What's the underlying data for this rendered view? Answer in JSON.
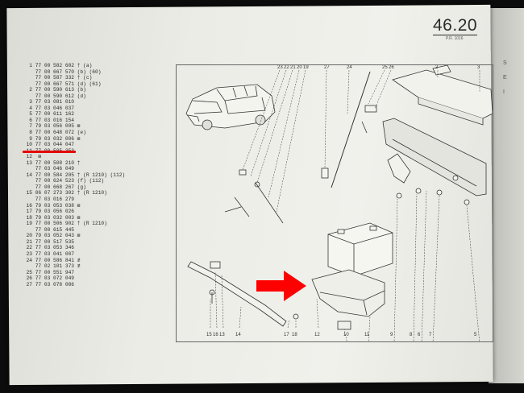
{
  "header": {
    "section_number": "46.20",
    "sub_label": "P.R. 1016"
  },
  "side_marks": [
    "S",
    "E",
    "I"
  ],
  "parts_list": [
    {
      "n": "1",
      "ref": "77 00 582 602",
      "note": "† (a)"
    },
    {
      "n": "",
      "ref": "77 00 667 570",
      "note": "(b) (60)"
    },
    {
      "n": "",
      "ref": "77 00 587 332",
      "note": "† (c)"
    },
    {
      "n": "",
      "ref": "77 00 667 571",
      "note": "(d) (61)"
    },
    {
      "n": "2",
      "ref": "77 00 590 613",
      "note": "(b)"
    },
    {
      "n": "",
      "ref": "77 00 590 612",
      "note": "(d)"
    },
    {
      "n": "3",
      "ref": "77 03 081 010",
      "note": ""
    },
    {
      "n": "4",
      "ref": "77 03 046 037",
      "note": ""
    },
    {
      "n": "5",
      "ref": "77 00 611 162",
      "note": ""
    },
    {
      "n": "6",
      "ref": "77 03 016 154",
      "note": ""
    },
    {
      "n": "7",
      "ref": "79 03 056 005",
      "note": "⊠"
    },
    {
      "n": "8",
      "ref": "77 00 648 072",
      "note": "(e)"
    },
    {
      "n": "9",
      "ref": "79 03 032 006",
      "note": "⊠"
    },
    {
      "n": "10",
      "ref": "77 03 044 047",
      "note": ""
    },
    {
      "n": "11",
      "ref": "77 00 585 353",
      "note": ""
    },
    {
      "n": "12",
      "ref": "",
      "note": "⊠"
    },
    {
      "n": "13",
      "ref": "77 00 508 210",
      "note": "†"
    },
    {
      "n": "",
      "ref": "77 03 046 049",
      "note": ""
    },
    {
      "n": "14",
      "ref": "77 00 584 205",
      "note": "† (R 1210) (112)"
    },
    {
      "n": "",
      "ref": "77 00 624 523",
      "note": "(f) (112)"
    },
    {
      "n": "",
      "ref": "77 00 668 267",
      "note": "(g)"
    },
    {
      "n": "15",
      "ref": "06 07 273 302",
      "note": "† (R 1210)"
    },
    {
      "n": "",
      "ref": "77 03 016 279",
      "note": ""
    },
    {
      "n": "16",
      "ref": "79 03 053 038",
      "note": "⊠"
    },
    {
      "n": "17",
      "ref": "79 03 056 026",
      "note": ""
    },
    {
      "n": "18",
      "ref": "79 03 032 003",
      "note": "⊠"
    },
    {
      "n": "19",
      "ref": "77 00 506 902",
      "note": "† (R 1210)"
    },
    {
      "n": "",
      "ref": "77 00 615 445",
      "note": ""
    },
    {
      "n": "20",
      "ref": "79 03 052 043",
      "note": "⊠"
    },
    {
      "n": "21",
      "ref": "77 00 517 535",
      "note": ""
    },
    {
      "n": "22",
      "ref": "77 03 053 346",
      "note": ""
    },
    {
      "n": "23",
      "ref": "77 03 041 007",
      "note": ""
    },
    {
      "n": "24",
      "ref": "77 00 586 841",
      "note": "≢"
    },
    {
      "n": "",
      "ref": "77 02 101 373",
      "note": "≢"
    },
    {
      "n": "25",
      "ref": "77 00 551 947",
      "note": ""
    },
    {
      "n": "26",
      "ref": "77 03 072 049",
      "note": ""
    },
    {
      "n": "27",
      "ref": "77 03 078 086",
      "note": ""
    }
  ],
  "callouts_top": [
    "23",
    "22",
    "21",
    "20",
    "19",
    "27",
    "24",
    "25",
    "26",
    "2",
    "3"
  ],
  "callouts_bottom": [
    "15",
    "16",
    "13",
    "14",
    "17",
    "18",
    "12",
    "10",
    "11",
    "9",
    "8",
    "6",
    "7",
    "5"
  ],
  "colors": {
    "highlight": "#e50000",
    "arrow": "#ff0000",
    "ink": "#2a2a2a"
  }
}
